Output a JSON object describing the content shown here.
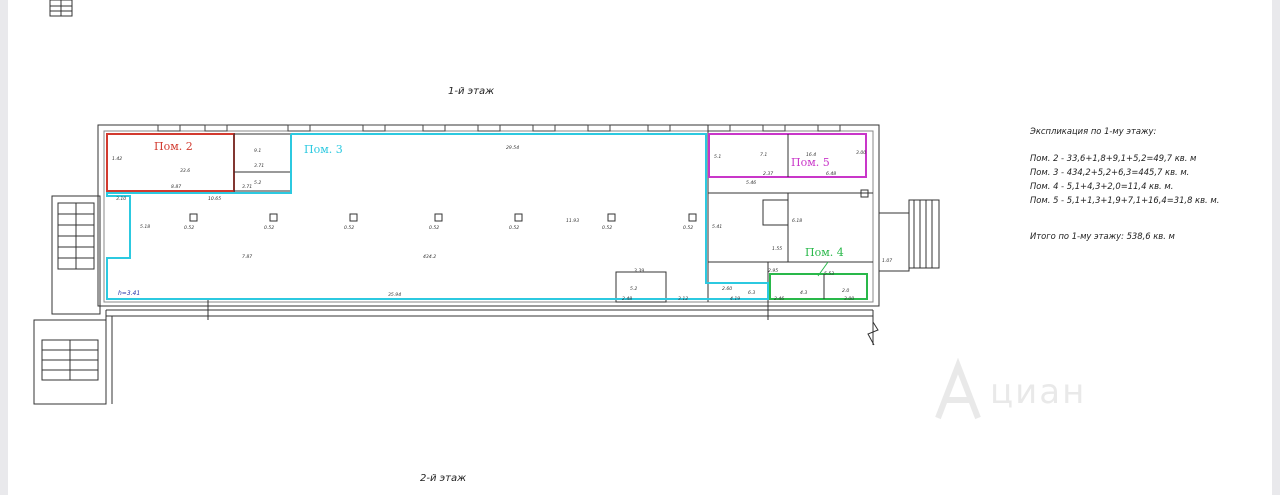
{
  "floors": {
    "first": "1-й этаж",
    "second": "2-й этаж"
  },
  "rooms": {
    "room2": {
      "label": "Пом. 2",
      "color": "#d23a2f"
    },
    "room3": {
      "label": "Пом. 3",
      "color": "#2cc9e0"
    },
    "room4": {
      "label": "Пом. 4",
      "color": "#29b84a"
    },
    "room5": {
      "label": "Пом. 5",
      "color": "#c936c9"
    }
  },
  "explication": {
    "title": "Экспликация по 1-му этажу:",
    "rows": [
      "Пом. 2 - 33,6+1,8+9,1+5,2=49,7 кв. м",
      "Пом. 3 - 434,2+5,2+6,3=445,7 кв. м.",
      "Пом. 4 - 5,1+4,3+2,0=11,4 кв. м.",
      "Пом. 5 - 5,1+1,3+1,9+7,1+16,4=31,8 кв. м."
    ],
    "total": "Итого по 1-му этажу: 538,6 кв. м"
  },
  "dimensions": {
    "total_length": "29.54",
    "bottom_length": "35.94",
    "height_mark": "h=3.41",
    "d_1065": "10.65",
    "d_887": "8.87",
    "d_371a": "3.71",
    "d_371b": "3.71",
    "d_142": "1.42",
    "d_518": "5.18",
    "d_310": "3.10",
    "d_787": "7.87",
    "d_1193": "11.93",
    "d_339": "3.39",
    "d_248": "2.48",
    "d_312": "3.12",
    "d_260": "2.60",
    "d_419": "4.19",
    "d_546": "5.46",
    "d_541": "5.41",
    "d_237": "2.37",
    "d_648": "6.48",
    "d_618": "6.18",
    "d_155": "1.55",
    "d_553": "5.53",
    "d_295": "2.95",
    "d_300": "3.00",
    "d_246": "2.46",
    "d_300b": "3.00",
    "d_107": "1.07",
    "col_052": "0.52",
    "room_area_main": "434.2",
    "room_area_2": "33.6",
    "room_area_91": "9.1",
    "room_area_52": "5.2",
    "room_area_51": "5.1",
    "room_area_71": "7.1",
    "room_area_164": "16.4",
    "room_area_43": "4.3",
    "room_area_20": "2.0",
    "room_area_63": "6.3",
    "room_area_52b": "5.2"
  },
  "watermark": "циан"
}
